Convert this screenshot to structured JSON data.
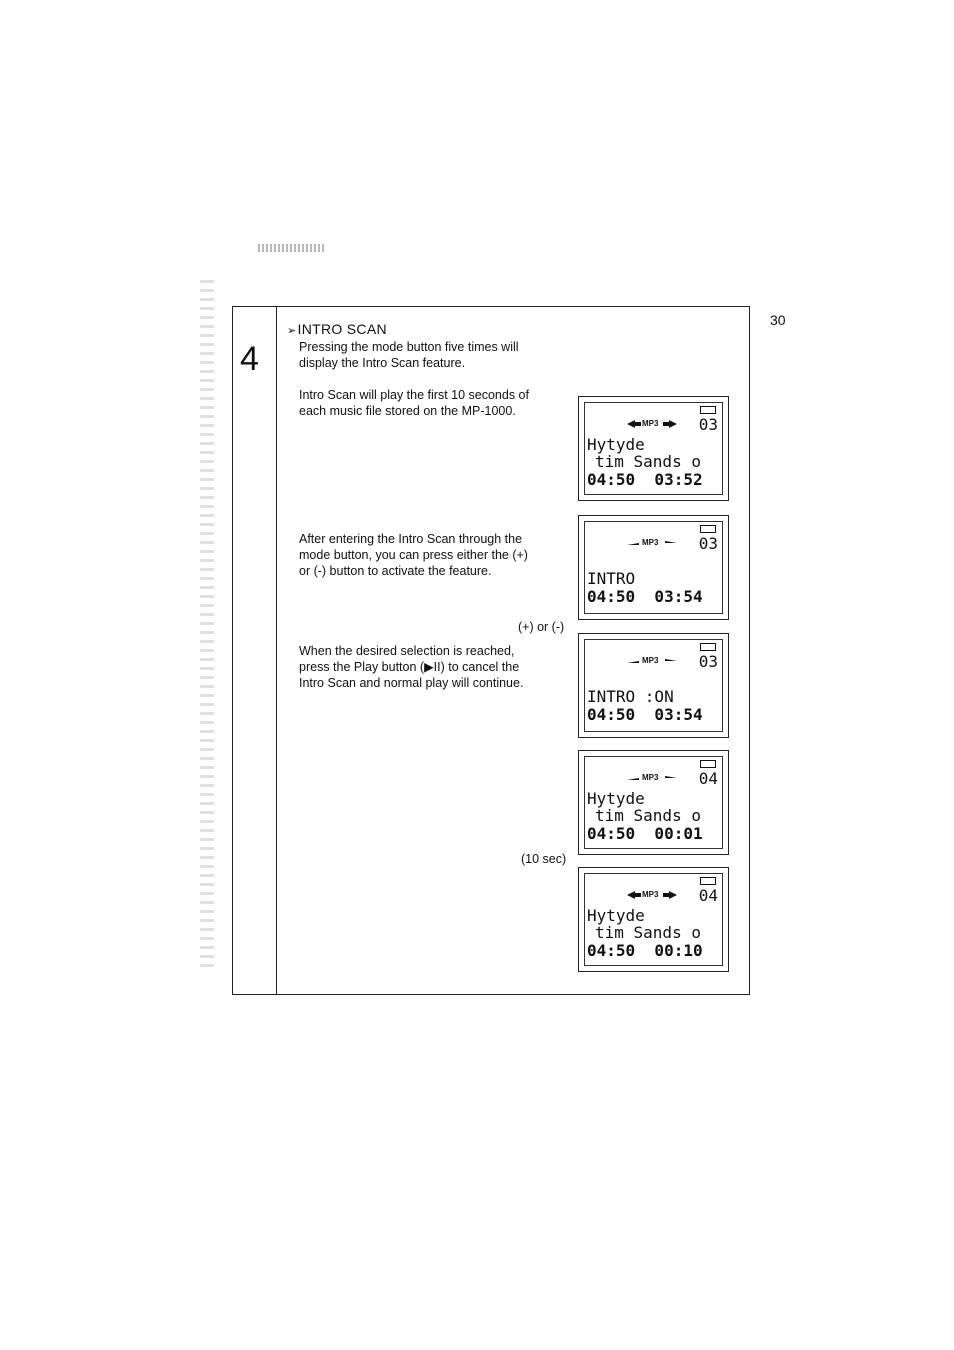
{
  "page": {
    "page_number": "30",
    "step_number": "4",
    "section_title": "INTRO SCAN"
  },
  "paragraphs": {
    "p1": "Pressing the mode button five times will display the Intro Scan feature.",
    "p2": "Intro Scan will play the first 10 seconds of each music file stored on the MP-1000.",
    "p3": "After entering the Intro Scan through the mode button, you can press either the (+) or (-) button to activate the feature.",
    "p4": "When the desired selection is reached, press the Play button (▶II) to cancel the Intro Scan and normal play will continue."
  },
  "captions": {
    "plus_minus": "(+) or (-)",
    "ten_sec": "(10 sec)"
  },
  "lcd_screens": [
    {
      "codec": "MP3",
      "track": "03",
      "line1": "Hytyde",
      "line2": "tim Sands o",
      "time": "04:50  03:52"
    },
    {
      "codec": "MP3",
      "track": "03",
      "mode": "INTRO",
      "time": "04:50  03:54"
    },
    {
      "codec": "MP3",
      "track": "03",
      "mode": "INTRO :ON",
      "time": "04:50  03:54"
    },
    {
      "codec": "MP3",
      "track": "04",
      "line1": "Hytyde",
      "line2": "tim Sands o",
      "time": "04:50  00:01"
    },
    {
      "codec": "MP3",
      "track": "04",
      "line1": "Hytyde",
      "line2": "tim Sands o",
      "time": "04:50  00:10"
    }
  ]
}
